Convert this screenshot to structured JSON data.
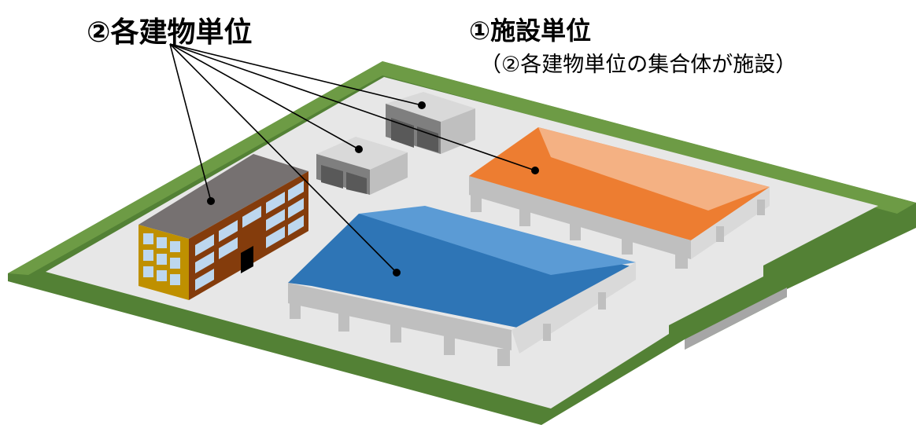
{
  "labels": {
    "building_unit": "②各建物単位",
    "facility_unit": "①施設単位",
    "facility_note": "（②各建物単位の集合体が施設）"
  },
  "colors": {
    "fence": "#538135",
    "ground": "#e7e7e7",
    "road": "#a6a6a6",
    "office_wall": "#843c0c",
    "office_side": "#bf9000",
    "office_roof": "#767171",
    "window": "#bdd7ee",
    "warehouse_blue_roof": "#2e75b6",
    "warehouse_orange_roof": "#ed7d31",
    "warehouse_frame": "#bfbfbf",
    "storage_box": "#a6a6a6"
  }
}
